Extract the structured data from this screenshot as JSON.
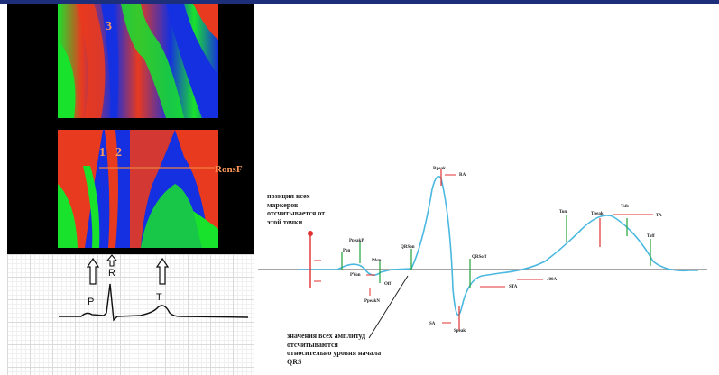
{
  "maps": {
    "top_label": "3",
    "bottom_labels": [
      "1",
      "2"
    ],
    "ronsf": "RonsF"
  },
  "ecg_letters": {
    "p": "P",
    "r": "R",
    "t": "T"
  },
  "notes": {
    "markers": "позиция всех\nмаркеров\nотсчитывается от\nэтой точки",
    "amplitude": "значения всех амплитуд\nотсчитываются\nотносительно уровня начала\nQRS"
  },
  "markers": {
    "pon": "Pon",
    "ppeakp": "PpeakP",
    "pam": "PAm",
    "pon2": "PVon",
    "off": "Off",
    "ppeakn": "PpeakN",
    "qrson": "QRSon",
    "rpeak": "Rpeak",
    "ra": "RA",
    "qrsoff": "QRSoff",
    "sa": "SA",
    "speak": "Speak",
    "st": "STA",
    "jpoint": "J80A",
    "ton": "Ton",
    "tpeak": "Tpeak",
    "tsib": "Tsib",
    "ta": "TA",
    "toff": "Toff"
  },
  "colors": {
    "curve": "#4ab8e0",
    "green": "#22a33a",
    "red": "#e03030",
    "dark": "#222222"
  }
}
